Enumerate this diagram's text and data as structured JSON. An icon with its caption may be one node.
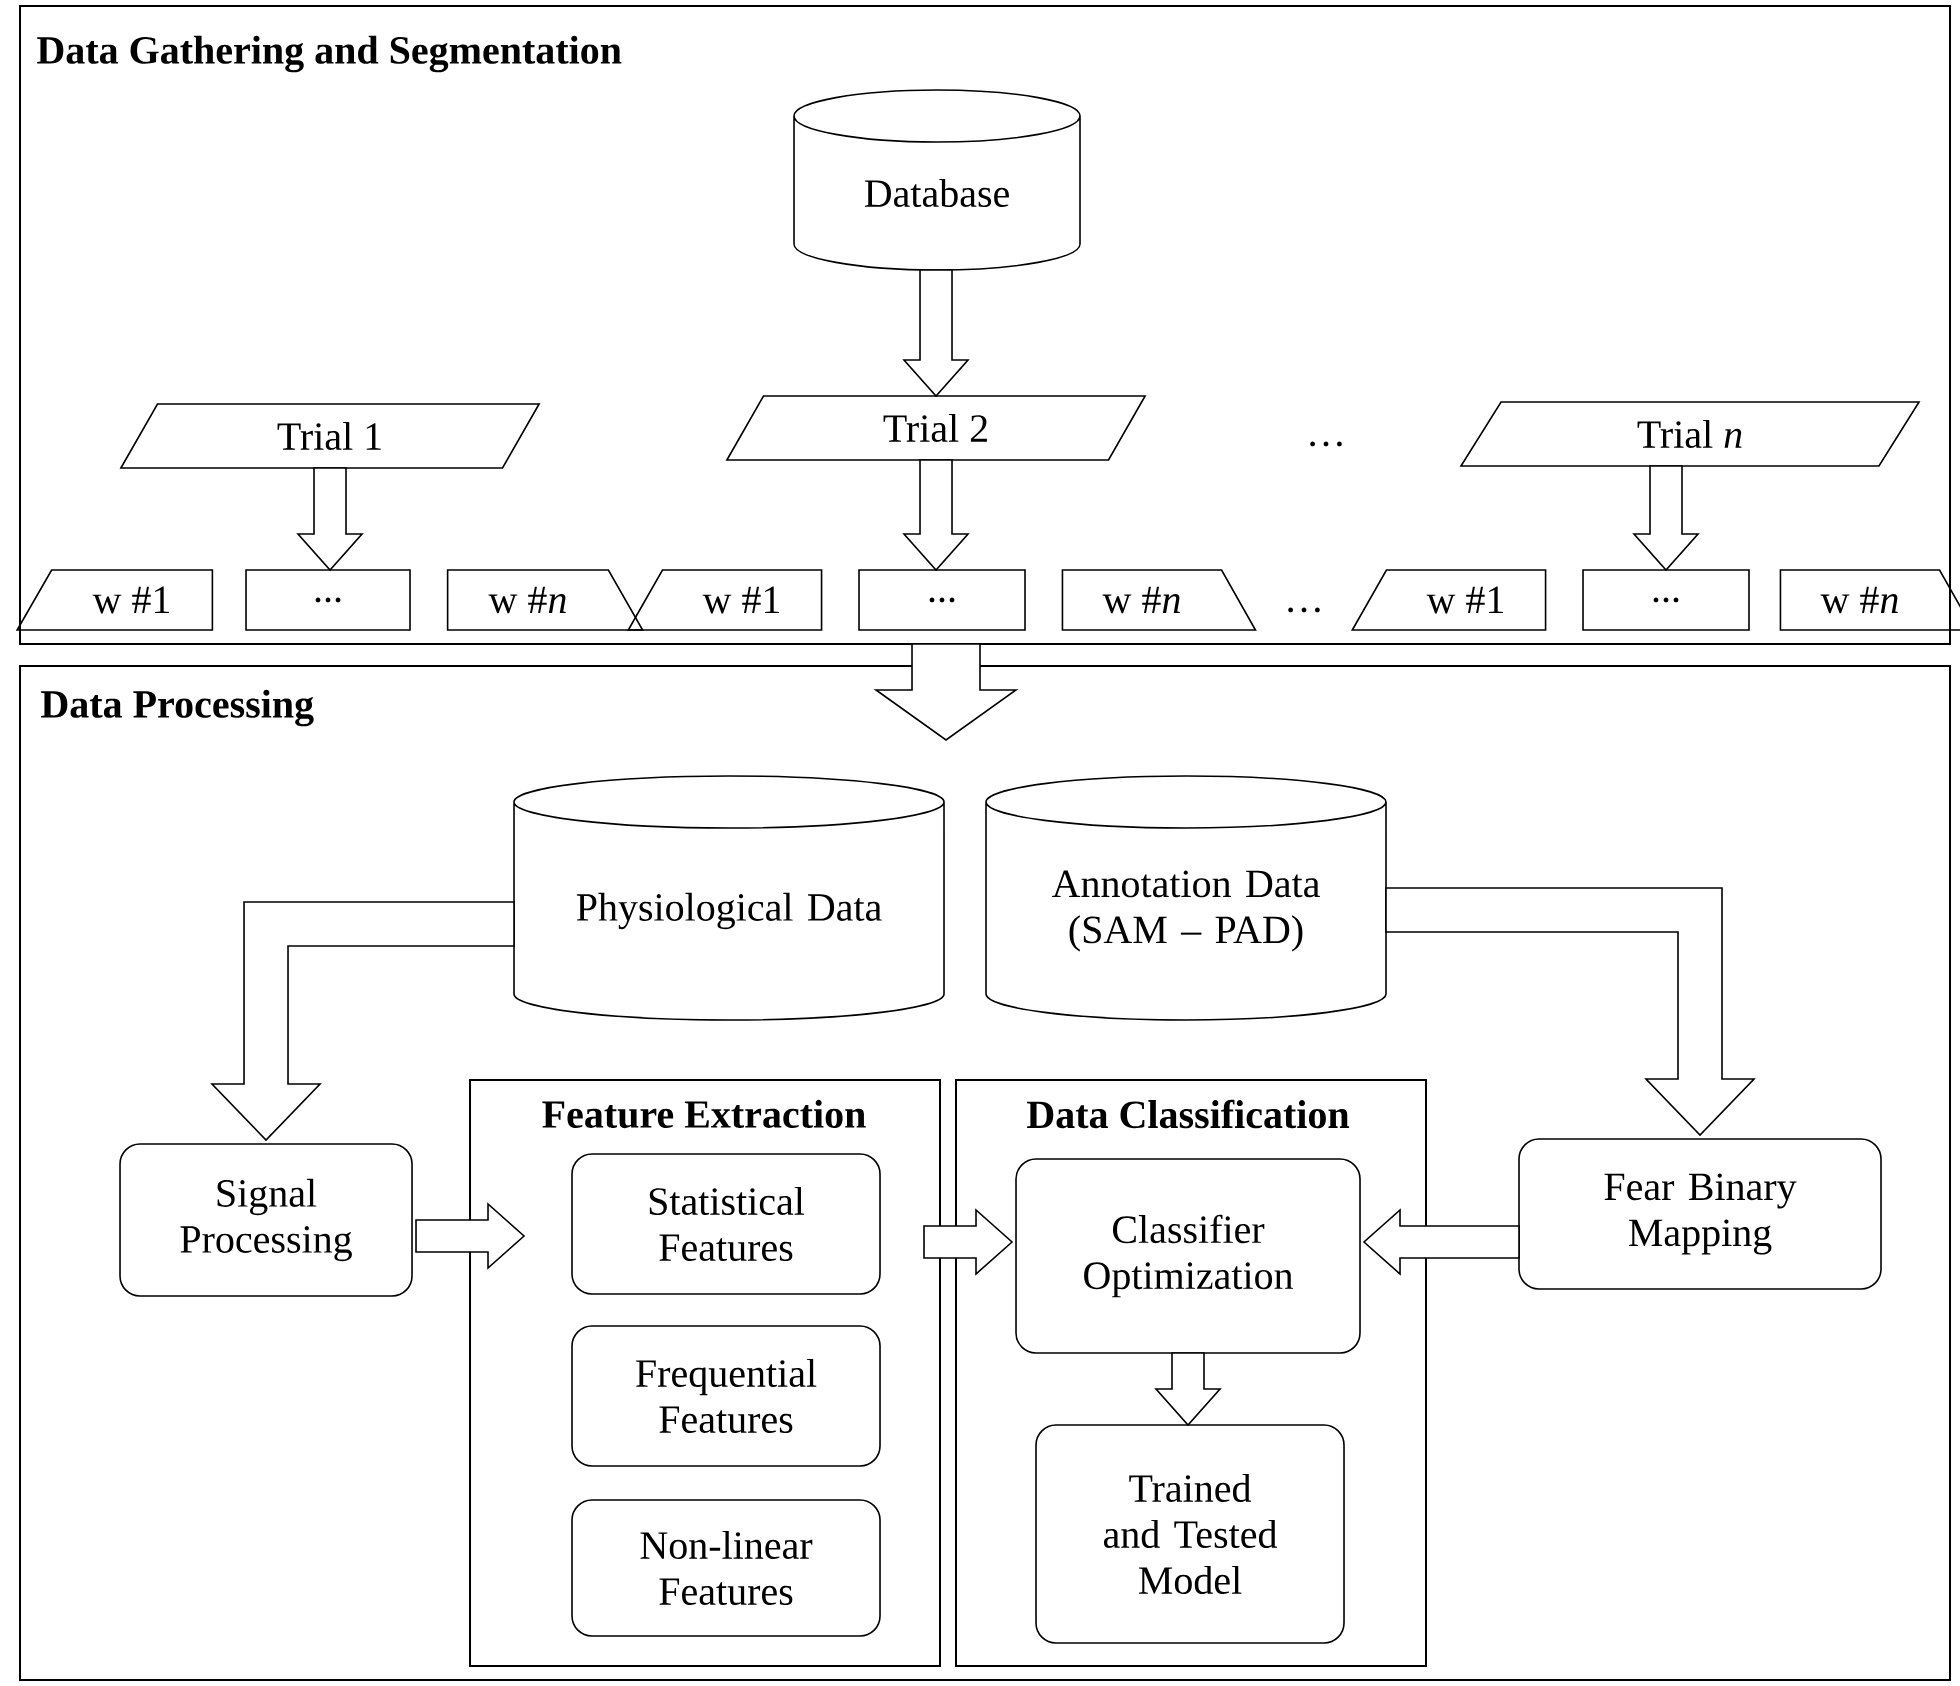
{
  "diagram": {
    "nodes": [
      {
        "text": [
          "Data Gathering and Segmentation"
        ]
      },
      {
        "text": [
          "Database"
        ],
        "in": 0
      },
      {
        "text": [
          "Trial 1"
        ],
        "in": 0
      },
      {
        "text": [
          "Trial 2"
        ],
        "in": 0
      },
      {
        "text": [
          "Trial *n*"
        ],
        "in": 0
      },
      {
        "text": [
          "w #1"
        ],
        "in": 0
      },
      {
        "text": [
          "..."
        ],
        "in": 0
      },
      {
        "text": [
          "w #*n*"
        ],
        "in": 0
      },
      {
        "text": [
          "w #1"
        ],
        "in": 0
      },
      {
        "text": [
          "..."
        ],
        "in": 0
      },
      {
        "text": [
          "w #*n*"
        ],
        "in": 0
      },
      {
        "text": [
          "w #1"
        ],
        "in": 0
      },
      {
        "text": [
          "..."
        ],
        "in": 0
      },
      {
        "text": [
          "w #*n*"
        ],
        "in": 0
      },
      {
        "text": [
          "Data Processing"
        ]
      },
      {
        "text": [
          "Physiological Data"
        ],
        "in": 14
      },
      {
        "text": [
          "Annotation Data (SAM – PAD)"
        ],
        "in": 14
      },
      {
        "text": [
          "Signal Processing"
        ],
        "in": 14
      },
      {
        "text": [
          "Feature Extraction"
        ],
        "in": 14
      },
      {
        "text": [
          "Statistical Features"
        ],
        "in": 18
      },
      {
        "text": [
          "Frequential Features"
        ],
        "in": 18
      },
      {
        "text": [
          "Non-linear Features"
        ],
        "in": 18
      },
      {
        "text": [
          "Data Classification"
        ],
        "in": 14
      },
      {
        "text": [
          "Classifier Optimization"
        ],
        "in": 22
      },
      {
        "text": [
          "Trained and Tested Model"
        ],
        "in": 22
      },
      {
        "text": [
          "Fear Binary Mapping"
        ],
        "in": 14
      }
    ],
    "edges": [
      {
        "from": 1,
        "to": 3,
        "arrow": "to"
      },
      {
        "from": 2,
        "to": 6,
        "arrow": "to"
      },
      {
        "from": 3,
        "to": 9,
        "arrow": "to"
      },
      {
        "from": 4,
        "to": 12,
        "arrow": "to"
      },
      {
        "from": 0,
        "to": 14,
        "arrow": "to"
      },
      {
        "from": 15,
        "to": 17,
        "arrow": "to"
      },
      {
        "from": 16,
        "to": 25,
        "arrow": "to"
      },
      {
        "from": 17,
        "to": 18,
        "arrow": "to"
      },
      {
        "from": 18,
        "to": 23,
        "arrow": "to"
      },
      {
        "from": 25,
        "to": 23,
        "arrow": "to"
      },
      {
        "from": 23,
        "to": 24,
        "arrow": "to"
      }
    ],
    "labels": [
      "…",
      "…"
    ]
  }
}
